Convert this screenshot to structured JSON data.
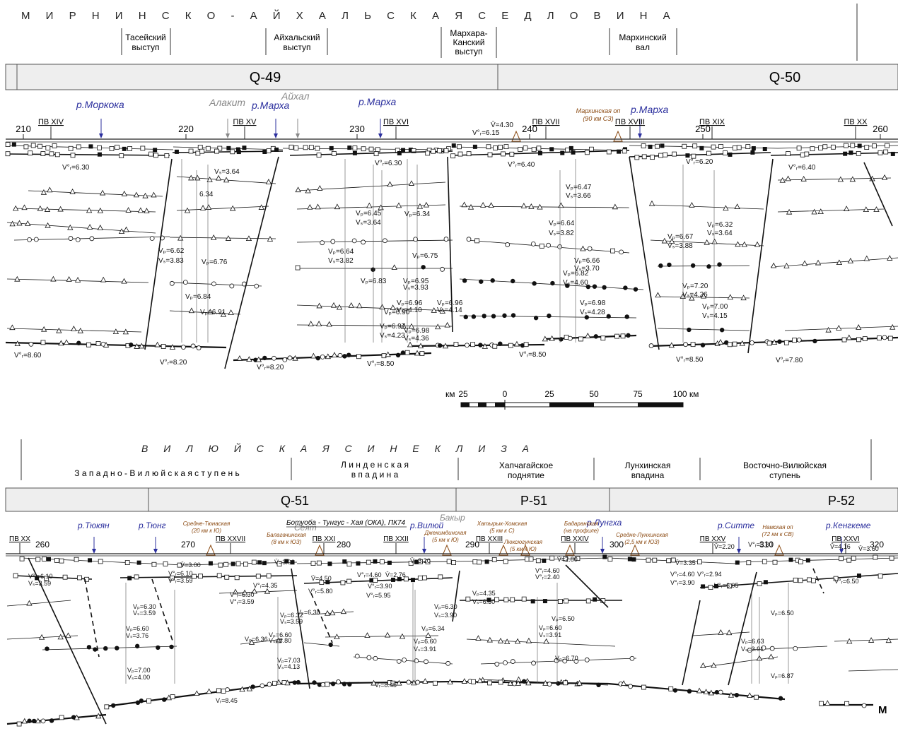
{
  "top": {
    "header_title": "М И Р Н И Н С К О - А Й Х А Л Ь С К А Я     С Е Д Л О В И Н А",
    "structures": [
      {
        "line1": "Тасейский",
        "line2": "выступ"
      },
      {
        "line1": "Айхальский",
        "line2": "выступ"
      },
      {
        "line1": "Мархара-",
        "line2": "Канский",
        "line3": "выступ"
      },
      {
        "line1": "Мархинский",
        "line2": "вал"
      }
    ],
    "sheets": [
      "Q-49",
      "Q-50"
    ],
    "km_ticks": [
      "210",
      "220",
      "230",
      "240",
      "250",
      "260"
    ],
    "pv": [
      "ПВ XIV",
      "ПВ XV",
      "ПВ XVI",
      "ПВ XVII",
      "ПВ XVIII",
      "ПВ XIX",
      "ПВ XX"
    ],
    "rivers": [
      "р.Моркока",
      "р.Марха",
      "р.Марха",
      "р.Марха"
    ],
    "settlements": [
      "Алакит",
      "Айхал"
    ],
    "note_lines": [
      "Мархинская оп",
      "(90 км СЗ)"
    ],
    "vel_labels": [
      "V°ᵣ=6.15",
      "V̄=4.30",
      "V°ᵣ=6.30",
      "Vₛ=3.64",
      "6.34",
      "V°ᵣ=6.30",
      "V°ᵣ=6.40",
      "V°ᵣ=6.20",
      "V°ᵣ=6.40",
      "Vₚ=6.45",
      "Vₛ=3.64",
      "Vₚ=6.34",
      "Vₚ=6.47",
      "Vₛ=3.66",
      "Vₚ=6.64",
      "Vₛ=3.82",
      "Vₚ=6.32",
      "Vₛ=3.64",
      "Vₚ=6.67",
      "Vₛ=3.88",
      "Vₚ=6.62",
      "Vₛ=3.83",
      "Vₚ=6.76",
      "Vₚ=6.64",
      "Vₛ=3.82",
      "Vₚ=6.75",
      "Vₚ=6.66",
      "Vₛ=3.70",
      "Vₚ=6.82",
      "Vₛ=4.60",
      "Vₚ=6.84",
      "Vₚ=6.83",
      "Vₚ=6.95",
      "Vₛ=3.93",
      "Vₚ=7.20",
      "Vₛ=4.26",
      "Vₚ=6.91",
      "Vₚ=6.96",
      "Vₛ=4.10",
      "Vₚ=6.96",
      "Vₛ=4.14",
      "Vₚ=6.90",
      "Vₚ=6.98",
      "Vₛ=4.28",
      "Vₚ=7.00",
      "Vₛ=4.15",
      "Vₚ=6.97",
      "Vₛ=4.23",
      "Vₚ=6.98",
      "Vₛ=4.36",
      "V°ᵣ=8.60",
      "V°ᵣ=8.20",
      "V°ᵣ=8.20",
      "V°ᵣ=8.50",
      "V°ᵣ=8.50",
      "V°ᵣ=8.50",
      "V°ᵣ=7.80"
    ]
  },
  "scale": {
    "unit_left": "км",
    "ticks": [
      "25",
      "0",
      "25",
      "50",
      "75",
      "100 км"
    ]
  },
  "bottom": {
    "header_title": "В И Л Ю Й С К А Я     С И Н Е К Л И З А",
    "structures": [
      {
        "line1": "З а п а д н о - В и л ю й с к а я   с т у п е н ь"
      },
      {
        "line1": "Л и н д е н с к а я",
        "line2": "в п а д и н а"
      },
      {
        "line1": "Хапчагайское",
        "line2": "поднятие"
      },
      {
        "line1": "Лунхинская",
        "line2": "впадина"
      },
      {
        "line1": "Восточно-Вилюйская",
        "line2": "ступень"
      }
    ],
    "sheets": [
      "Q-51",
      "P-51",
      "P-52"
    ],
    "km_ticks": [
      "260",
      "270",
      "280",
      "290",
      "300",
      "310",
      "320"
    ],
    "pv": [
      "ПВ XX",
      "ПВ XXVII",
      "ПВ XXI",
      "ПВ XXII",
      "ПВ XXIII",
      "ПВ XXIV",
      "ПВ XXV",
      "ПВ XXVI"
    ],
    "rivers": [
      "р.Тюкян",
      "р.Тюнг",
      "р.Вилюй",
      "р.Лунгха",
      "р.Ситте",
      "р.Кенгкеме"
    ],
    "settlements": [
      "Бакыр",
      "Сеят"
    ],
    "profile_name": "Ботуоба - Тунгус - Хая (ОКА), ПК74",
    "note_lines": [
      "Средне-Тюнаская",
      "(20 км к Ю)",
      "Балагачинская",
      "(8 км к ЮЗ)",
      "Джекимдинская",
      "(5 км к Ю)",
      "Хатырык-Хомская",
      "(5 км к С)",
      "Люксюгунская",
      "(5 км к Ю)",
      "Бадаранская",
      "(на профиле)",
      "Средне-Лунхинская",
      "(2,5 км к ЮЗ)",
      "Намская оп",
      "(72 км к СВ)"
    ],
    "vel_labels": [
      "V̄=3.00",
      "V̄=3.03",
      "V̄=4.50",
      "V̄=3.20",
      "V°ᵣ=4.60",
      "V̄=2.76",
      "V̄=2.80",
      "V̄=3.35",
      "V̄=2.20",
      "V°ᵣ=5.80",
      "V̄=4.16",
      "V̄=3.60",
      "V°ᵣ=6.10",
      "Vₛ=3.59",
      "V°ᵣ=6.10",
      "V°ᵣ=3.59",
      "V°ᵣ=6.30",
      "V°ᵣ=3.59",
      "V°ᵣ=4.35",
      "V°ᵣ=5.80",
      "V°ᵣ=3.90",
      "V°ᵣ=5.95",
      "V°ᵣ=4.60",
      "V°ᵣ=2.40",
      "V°ᵣ=4.60",
      "V°ᵣ=2.94",
      "V°ᵣ=3.90",
      "V°ᵣ=6.05",
      "V°ᵣ=6.50",
      "Vₚ=6.30",
      "Vₛ=3.59",
      "Vₚ=6.30",
      "Vₚ=6.32",
      "Vₛ=3.59",
      "Vₚ=6.30",
      "Vₛ=3.90",
      "Vₚ=4.35",
      "Vₛ=6.50",
      "Vₚ=6.60",
      "Vₛ=3.76",
      "Vₚ=6.36",
      "Vₚ=6.60",
      "Vₛ=3.80",
      "Vₚ=6.34",
      "Vₚ=6.60",
      "Vₛ=3.91",
      "Vₚ=6.50",
      "Vₚ=6.50",
      "Vₚ=6.60",
      "Vₛ=3.91",
      "Vₚ=6.63",
      "Vₛ=3.91",
      "Vₚ=7.03",
      "Vₛ=4.13",
      "Vₚ=7.00",
      "Vₛ=4.00",
      "Vₚ=6.70",
      "Vₚ=6.87",
      "Vᵣ=8.45",
      "Vᵣ=8.45"
    ],
    "edge_letter": "М"
  },
  "colors": {
    "river": "#2b2f9e",
    "settlement": "#8a8a8a",
    "note": "#8b4a12",
    "band": "#eeeeee"
  }
}
